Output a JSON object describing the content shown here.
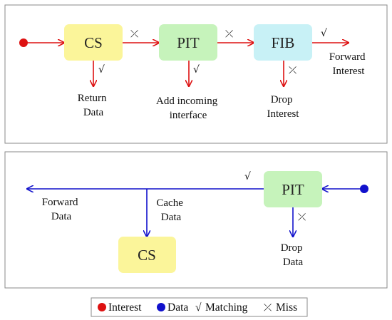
{
  "colors": {
    "interest": "#dd1111",
    "data": "#1111cc",
    "cs_fill": "#fbf59a",
    "pit_fill": "#c6f3bb",
    "fib_fill": "#c8f1f6",
    "frame": "#8a8a8a"
  },
  "glyphs": {
    "match": "√",
    "miss": "⤫"
  },
  "interest_panel": {
    "nodes": {
      "cs": "CS",
      "pit": "PIT",
      "fib": "FIB"
    },
    "labels": {
      "return_data": [
        "Return",
        "Data"
      ],
      "add_interface": [
        "Add incoming",
        "interface"
      ],
      "drop_interest": [
        "Drop",
        "Interest"
      ],
      "forward_interest": [
        "Forward",
        "Interest"
      ]
    }
  },
  "data_panel": {
    "nodes": {
      "pit": "PIT",
      "cs": "CS"
    },
    "labels": {
      "forward_data": [
        "Forward",
        "Data"
      ],
      "cache_data": [
        "Cache",
        "Data"
      ],
      "drop_data": [
        "Drop",
        "Data"
      ]
    }
  },
  "legend": {
    "interest": "Interest",
    "data": "Data",
    "matching": "Matching",
    "miss": "Miss"
  }
}
